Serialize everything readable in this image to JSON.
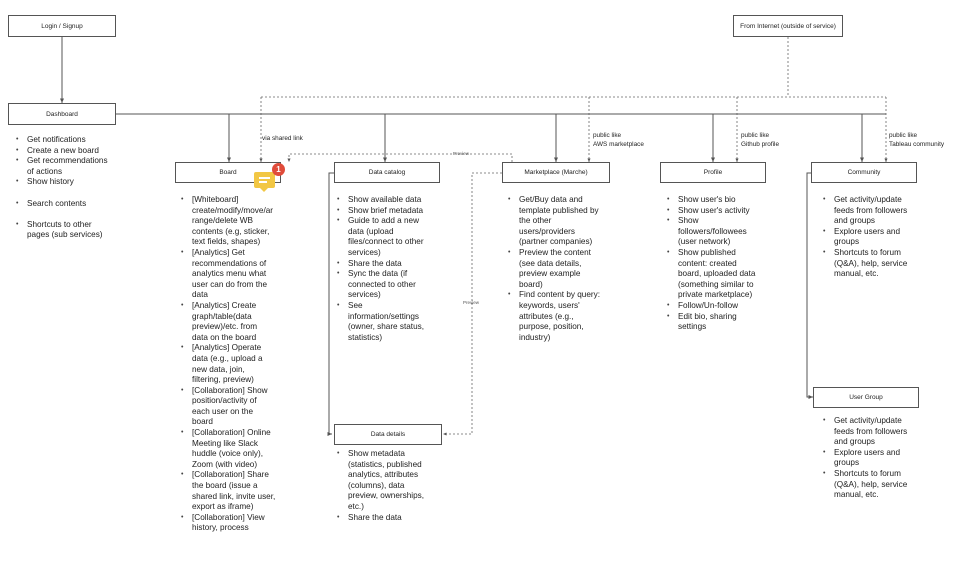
{
  "nodes": {
    "login": "Login / Signup",
    "internet": "From Internet (outside of service)",
    "dashboard": "Dashboard",
    "board": "Board",
    "catalog": "Data catalog",
    "marketplace": "Marketplace (Marche)",
    "profile": "Profile",
    "community": "Community",
    "details": "Data details",
    "usergroup": "User Group"
  },
  "edge_labels": {
    "shared": "via shared link",
    "preview_top": "Preview",
    "preview_side": "Preview",
    "aws": [
      "public like",
      "AWS marketplace"
    ],
    "github": [
      "public like",
      "Github profile"
    ],
    "tableau": [
      "public like",
      "Tableau community"
    ]
  },
  "comment": {
    "count": "1"
  },
  "lists": {
    "dashboard": [
      "Get notifications",
      "Create a new board",
      "Get recommendations\nof actions",
      "Show history",
      "",
      "Search contents",
      "",
      "Shortcuts to other\npages (sub services)"
    ],
    "board": [
      "[Whiteboard]\ncreate/modify/move/ar\nrange/delete WB\ncontents (e.g, sticker,\ntext fields, shapes)",
      "[Analytics] Get\nrecommendations of\nanalytics menu what\nuser can do from the\ndata",
      "[Analytics] Create\ngraph/table(data\npreview)/etc. from\ndata on the board",
      "[Analytics] Operate\ndata (e.g., upload a\nnew data, join,\nfiltering, preview)",
      "[Collaboration] Show\nposition/activity of\neach user on the\nboard",
      "[Collaboration] Online\nMeeting like Slack\nhuddle (voice only),\nZoom (with video)",
      "[Collaboration] Share\nthe board (issue a\nshared link, invite user,\nexport as iframe)",
      "[Collaboration] View\nhistory, process"
    ],
    "catalog": [
      "Show available data",
      "Show brief metadata",
      "Guide to add a new\ndata (upload\nfiles/connect to other\nservices)",
      "Share the data",
      "Sync the data (if\nconnected to other\nservices)",
      "See\ninformation/settings\n(owner, share status,\nstatistics)"
    ],
    "marketplace": [
      "Get/Buy data and\ntemplate published by\nthe other\nusers/providers\n(partner companies)",
      "Preview the content\n(see data details,\npreview example\nboard)",
      "Find content by query:\nkeywords, users'\nattributes (e.g.,\npurpose, position,\nindustry)"
    ],
    "profile": [
      "Show user's bio",
      "Show user's activity",
      "Show\nfollowers/followees\n(user network)",
      "Show published\ncontent: created\nboard, uploaded data\n(something similar to\nprivate marketplace)",
      "Follow/Un-follow",
      "Edit bio, sharing\nsettings"
    ],
    "community": [
      "Get activity/update\nfeeds from followers\nand groups",
      "Explore users and\ngroups",
      "Shortcuts to forum\n(Q&A), help, service\nmanual, etc."
    ],
    "details": [
      "Show metadata\n(statistics, published\nanalytics, attributes\n(columns), data\npreview, ownerships,\netc.)",
      "Share the data"
    ],
    "usergroup": [
      "Get activity/update\nfeeds from followers\nand groups",
      "Explore users and\ngroups",
      "Shortcuts to forum\n(Q&A), help, service\nmanual, etc."
    ]
  }
}
